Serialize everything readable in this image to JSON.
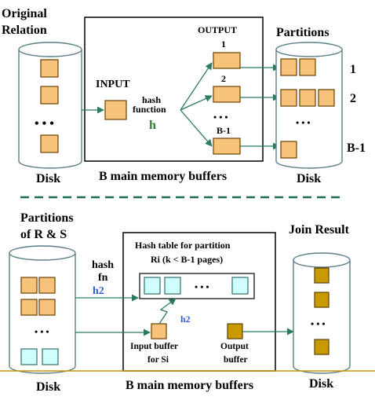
{
  "phase1": {
    "original_relation_line1": "Original",
    "original_relation_line2": "Relation",
    "disk_label": "Disk",
    "dots": "• • •",
    "input_label": "INPUT",
    "hash_function_line1": "hash",
    "hash_function_line2": "function",
    "h_label": "h",
    "output_label": "OUTPUT",
    "output_1": "1",
    "output_2": "2",
    "output_dots": "• • •",
    "output_b1": "B-1",
    "memory_label": "B main memory buffers",
    "partitions_label": "Partitions",
    "partitions_disk_label": "Disk",
    "partition_1": "1",
    "partition_2": "2",
    "partition_dots": "• • •",
    "partition_b1": "B-1"
  },
  "phase2": {
    "partitions_line1": "Partitions",
    "partitions_line2": "of R & S",
    "disk_label": "Disk",
    "dots": "• • •",
    "hash_fn_line1": "hash",
    "hash_fn_line2": "fn",
    "h2_label": "h2",
    "hash_table_line1": "Hash table for partition",
    "hash_table_line2": "Ri (k < B-1 pages)",
    "table_dots": "• • •",
    "h2_small": "h2",
    "input_buffer_line1": "Input buffer",
    "input_buffer_line2": "for Si",
    "output_buffer_line1": "Output",
    "output_buffer_line2": "buffer",
    "memory_label": "B main memory buffers",
    "join_result_label": "Join Result",
    "join_disk_label": "Disk",
    "join_dots": "• • •"
  },
  "colors": {
    "orange_page": "#f7c37b",
    "tan_page": "#c99a00",
    "cyan_page": "#cfffff",
    "arrow": "#2b7a62",
    "h_green": "#2e7d32",
    "h2_blue": "#2f5fd6"
  }
}
